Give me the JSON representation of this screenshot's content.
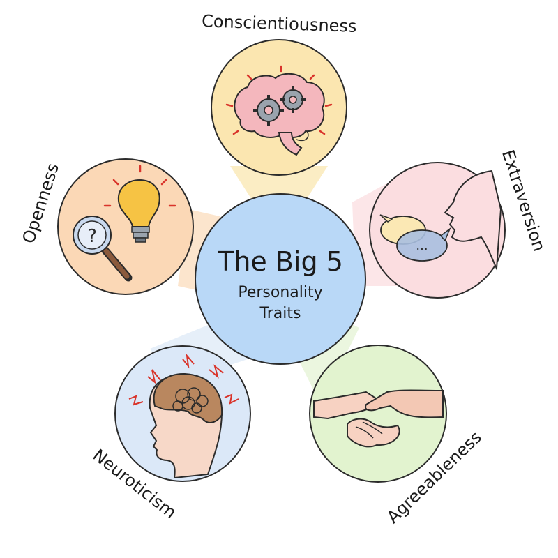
{
  "center": {
    "title": "The Big 5",
    "subtitle_line1": "Personality",
    "subtitle_line2": "Traits",
    "fill": "#b9d8f7"
  },
  "traits": [
    {
      "key": "conscientiousness",
      "label": "Conscientiousness",
      "fill": "#fbe6b0",
      "beam": "#fbedc4"
    },
    {
      "key": "extraversion",
      "label": "Extraversion",
      "fill": "#fbdde0",
      "beam": "#fce6e8"
    },
    {
      "key": "agreeableness",
      "label": "Agreeableness",
      "fill": "#e2f3cf",
      "beam": "#ebf6df"
    },
    {
      "key": "neuroticism",
      "label": "Neuroticism",
      "fill": "#dbe8f8",
      "beam": "#e6eff9"
    },
    {
      "key": "openness",
      "label": "Openness",
      "fill": "#fbd8b6",
      "beam": "#fce5cd"
    }
  ],
  "icons": {
    "conscientiousness": "brain-gears-icon",
    "extraversion": "speaking-face-icon",
    "agreeableness": "handshake-icon",
    "neuroticism": "stressed-head-icon",
    "openness": "lightbulb-magnifier-icon"
  },
  "speech_bubble_text": "..."
}
